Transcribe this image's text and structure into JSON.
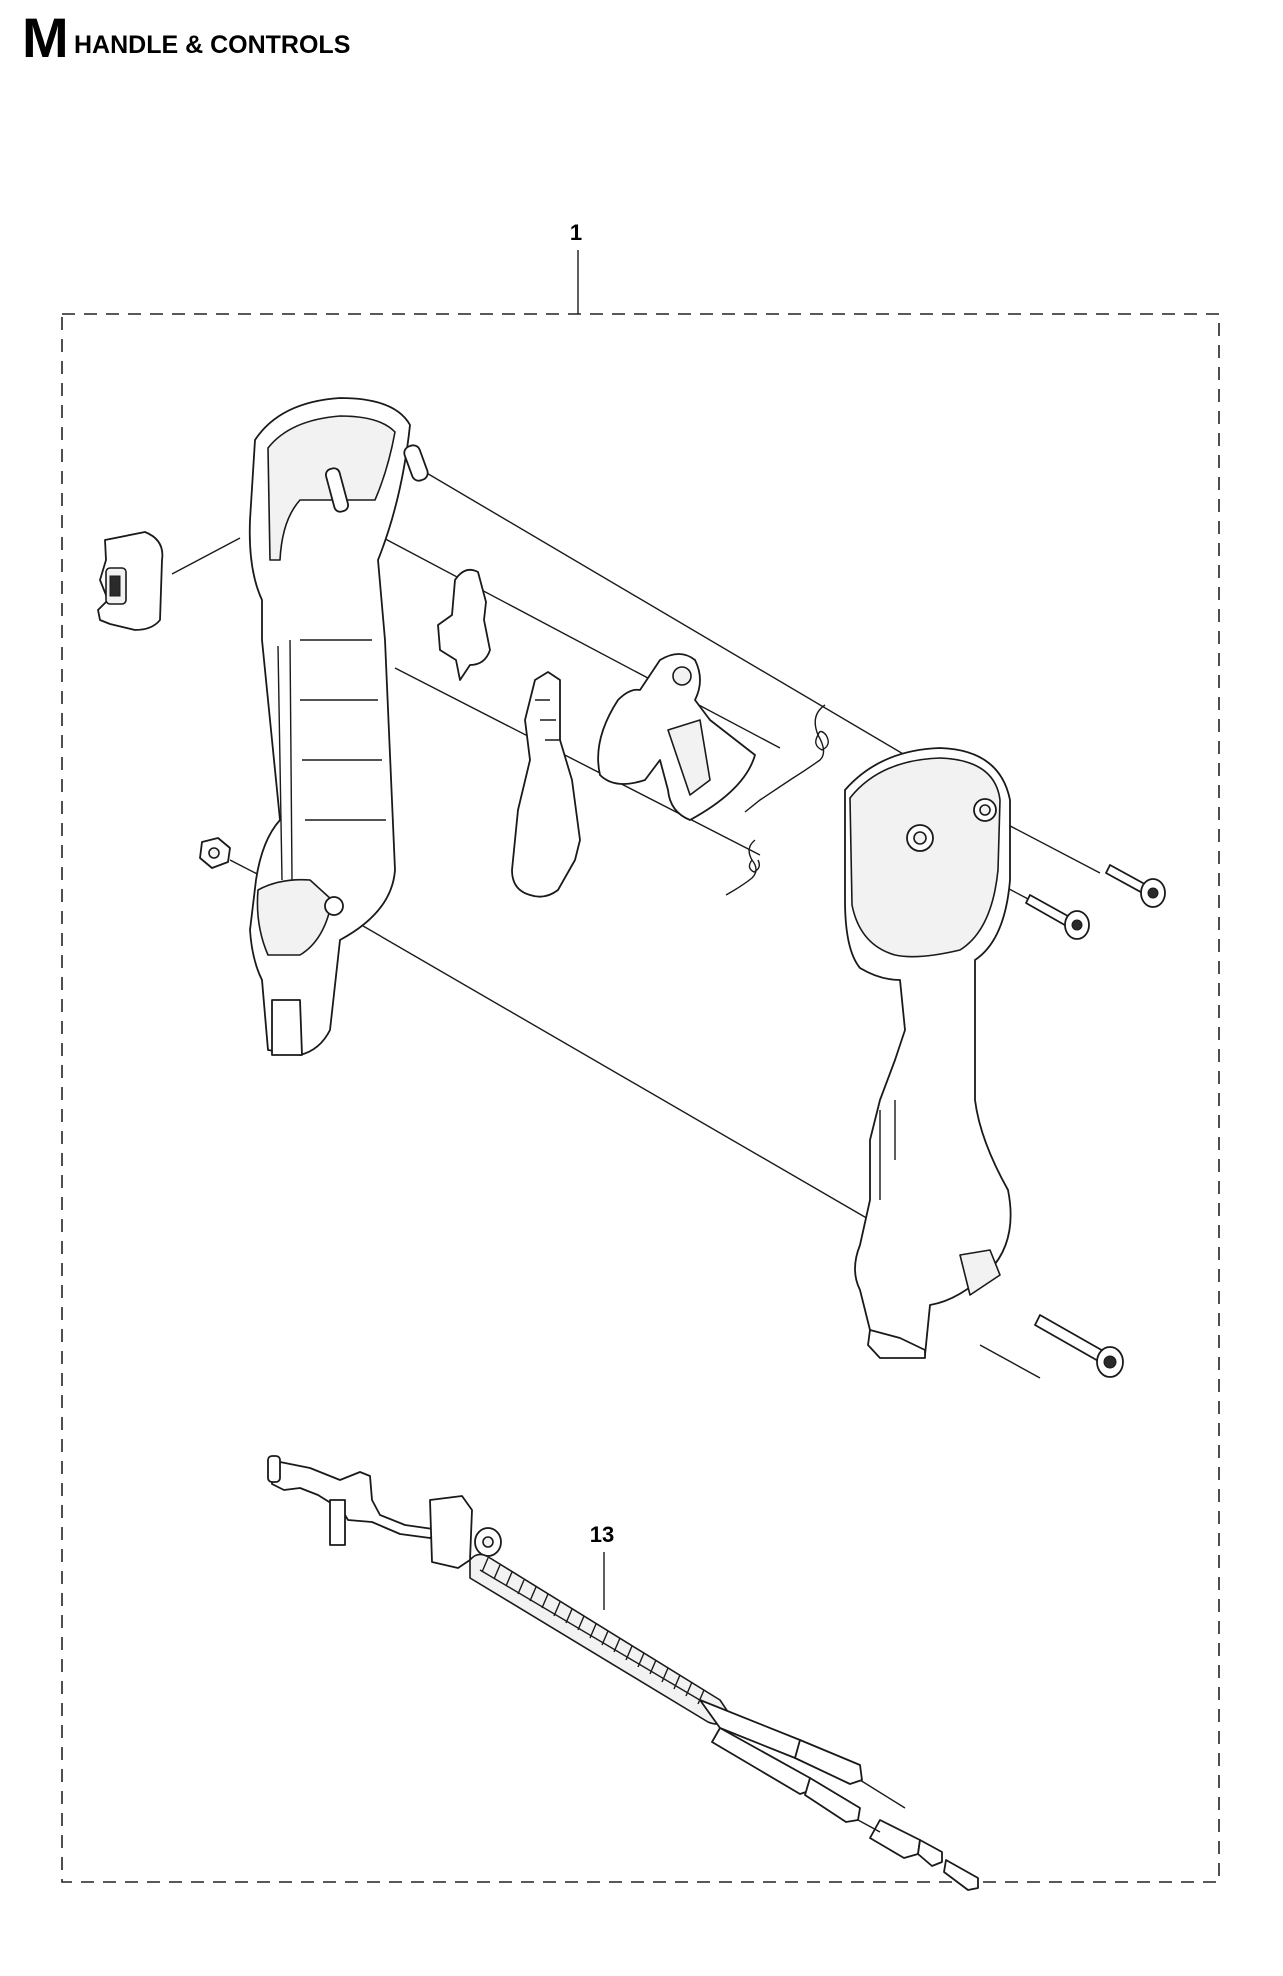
{
  "header": {
    "section_letter": "M",
    "section_title": "HANDLE & CONTROLS"
  },
  "callouts": [
    {
      "id": "handle-assembly",
      "label": "1"
    },
    {
      "id": "throttle-cable",
      "label": "13"
    }
  ]
}
